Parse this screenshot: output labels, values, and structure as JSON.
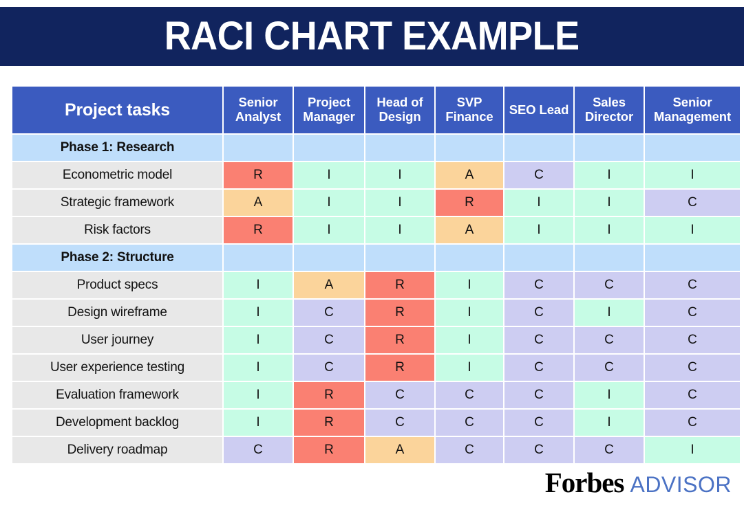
{
  "title": "RACI CHART EXAMPLE",
  "brand": {
    "forbes": "Forbes",
    "advisor": "ADVISOR",
    "navy": "#11245E",
    "header_blue": "#3B5BBF",
    "advisor_blue": "#4B72C4"
  },
  "legend_colors": {
    "R": "#FA8072",
    "A": "#FBD49B",
    "C": "#CDCDF2",
    "I": "#C6FCE5",
    "phase_row": "#BFDEFB",
    "task_row": "#E8E8E8"
  },
  "table": {
    "task_header": "Project tasks",
    "role_headers": [
      "Senior Analyst",
      "Project Manager",
      "Head of Design",
      "SVP Finance",
      "SEO Lead",
      "Sales Director",
      "Senior Management"
    ],
    "rows": [
      {
        "type": "phase",
        "label": "Phase 1: Research",
        "values": [
          "",
          "",
          "",
          "",
          "",
          "",
          ""
        ]
      },
      {
        "type": "task",
        "label": "Econometric model",
        "values": [
          "R",
          "I",
          "I",
          "A",
          "C",
          "I",
          "I"
        ]
      },
      {
        "type": "task",
        "label": "Strategic framework",
        "values": [
          "A",
          "I",
          "I",
          "R",
          "I",
          "I",
          "C"
        ]
      },
      {
        "type": "task",
        "label": "Risk factors",
        "values": [
          "R",
          "I",
          "I",
          "A",
          "I",
          "I",
          "I"
        ]
      },
      {
        "type": "phase",
        "label": "Phase 2: Structure",
        "values": [
          "",
          "",
          "",
          "",
          "",
          "",
          ""
        ]
      },
      {
        "type": "task",
        "label": "Product specs",
        "values": [
          "I",
          "A",
          "R",
          "I",
          "C",
          "C",
          "C"
        ]
      },
      {
        "type": "task",
        "label": "Design wireframe",
        "values": [
          "I",
          "C",
          "R",
          "I",
          "C",
          "I",
          "C"
        ]
      },
      {
        "type": "task",
        "label": "User journey",
        "values": [
          "I",
          "C",
          "R",
          "I",
          "C",
          "C",
          "C"
        ]
      },
      {
        "type": "task",
        "label": "User experience testing",
        "values": [
          "I",
          "C",
          "R",
          "I",
          "C",
          "C",
          "C"
        ]
      },
      {
        "type": "task",
        "label": "Evaluation framework",
        "values": [
          "I",
          "R",
          "C",
          "C",
          "C",
          "I",
          "C"
        ]
      },
      {
        "type": "task",
        "label": "Development backlog",
        "values": [
          "I",
          "R",
          "C",
          "C",
          "C",
          "I",
          "C"
        ]
      },
      {
        "type": "task",
        "label": "Delivery roadmap",
        "values": [
          "C",
          "R",
          "A",
          "C",
          "C",
          "C",
          "I"
        ]
      }
    ]
  }
}
